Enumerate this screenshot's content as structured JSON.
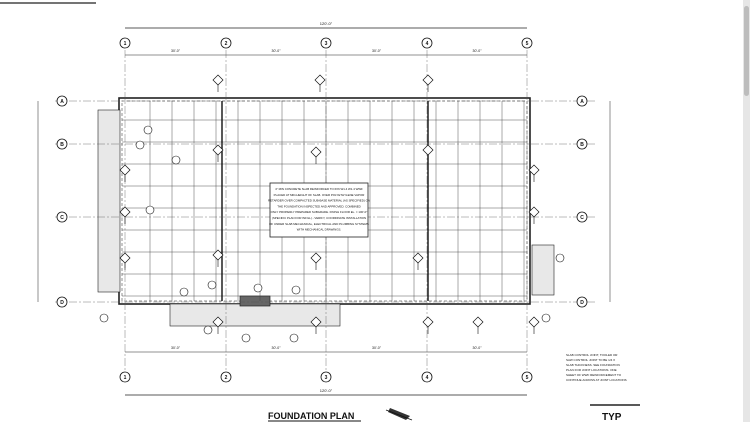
{
  "drawing": {
    "title": "FOUNDATION PLAN",
    "stamp_partial": "TYP",
    "overall_dimension": "120'-0\"",
    "column_grid": [
      "1",
      "2",
      "3",
      "4",
      "5"
    ],
    "row_grid": [
      "A",
      "B",
      "C",
      "D"
    ],
    "bay_dimensions": [
      "30'-0\"",
      "30'-0\"",
      "30'-0\"",
      "30'-0\""
    ],
    "center_note": [
      "4\" MIN CONCRETE SLAB REINFORCED TO 6X6 W1.4 W1.4 WWF",
      "PLACED AT MID-HEIGHT OF SLAB. OVER POLYETHYLENE VAPOR",
      "RETARDER OVER COMPACTED SUB-BASE MATERIAL (AS SPECIFIED) ON",
      "THE FOUNDATION INSPECTED AND APPROVED. COMBINED",
      "ONLY PROPERLY PREPARED SUBGRADE. FINISH FLOOR EL. = 100'-0\"",
      "(SPECIFIC PLAN FOR INFILL) - VERIFY, COORDINATE INSTALLATION",
      "OF UNDER SLAB MECHANICAL, ELECTRICAL AND PLUMBING SYSTEMS",
      "WITH MECHANICAL DRAWINGS."
    ],
    "side_note": [
      "SLAB CONTROL JOINT, TOOLED OR",
      "SAW CONTROL JOINT TO BE 1/4 X",
      "SLAB THICKNESS. SEE FOUNDATION",
      "PLAN FOR JOINT LOCATIONS. ONE",
      "SHEET OF WWF REINFORCEMENT TO",
      "CONTINUE ACROSS AT JOINT LOCATIONS"
    ]
  }
}
